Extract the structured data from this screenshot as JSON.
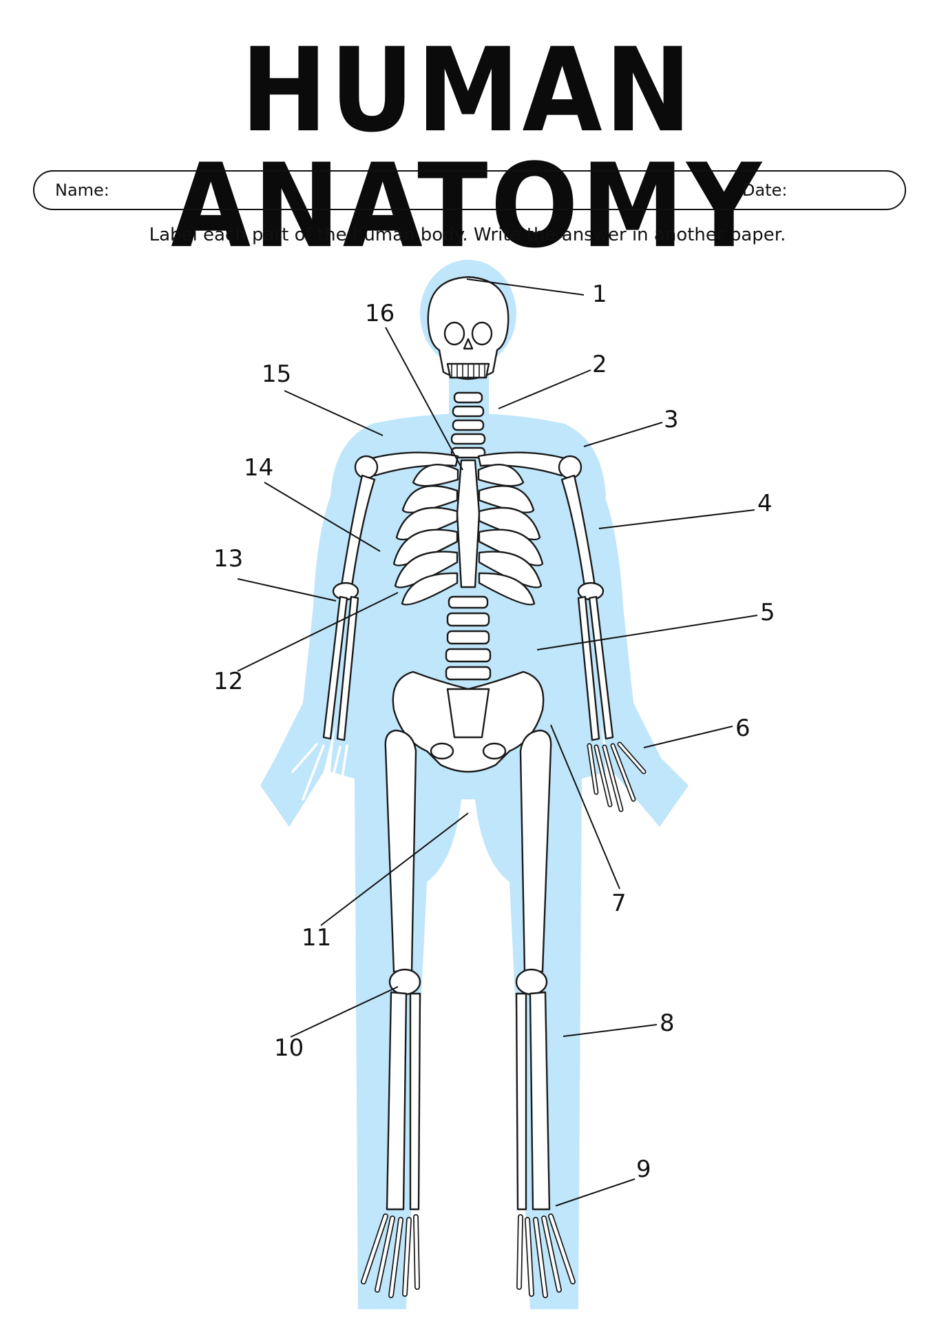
{
  "title": "HUMAN ANATOMY",
  "form": {
    "name_label": "Name:",
    "date_label": "Date:"
  },
  "instructions": "Label each part of the human body. Write the answer in another paper.",
  "colors": {
    "silhouette": "#bfe6fb",
    "ink": "#111111",
    "bone_fill": "#ffffff"
  },
  "labels": [
    {
      "id": "1",
      "text": "1"
    },
    {
      "id": "2",
      "text": "2"
    },
    {
      "id": "3",
      "text": "3"
    },
    {
      "id": "4",
      "text": "4"
    },
    {
      "id": "5",
      "text": "5"
    },
    {
      "id": "6",
      "text": "6"
    },
    {
      "id": "7",
      "text": "7"
    },
    {
      "id": "8",
      "text": "8"
    },
    {
      "id": "9",
      "text": "9"
    },
    {
      "id": "10",
      "text": "10"
    },
    {
      "id": "11",
      "text": "11"
    },
    {
      "id": "12",
      "text": "12"
    },
    {
      "id": "13",
      "text": "13"
    },
    {
      "id": "14",
      "text": "14"
    },
    {
      "id": "15",
      "text": "15"
    },
    {
      "id": "16",
      "text": "16"
    }
  ]
}
